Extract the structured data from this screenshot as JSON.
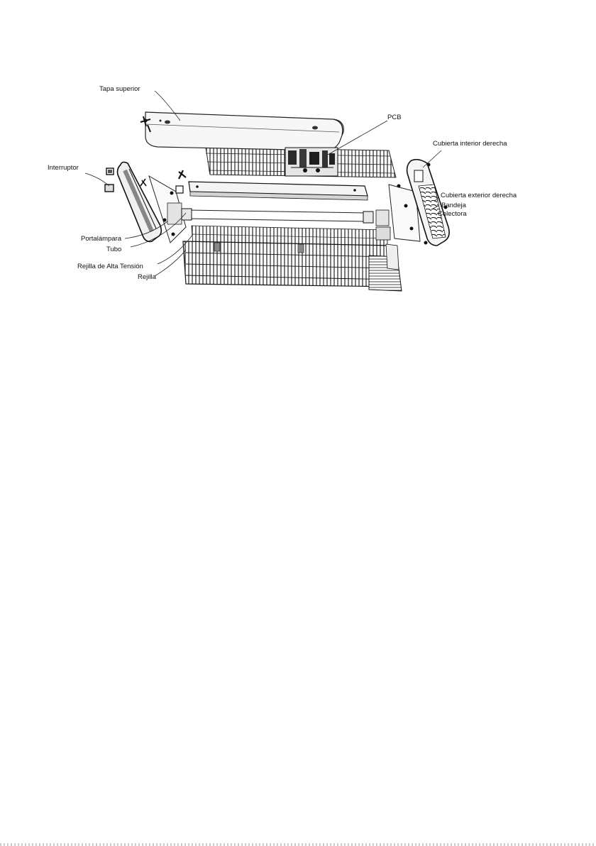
{
  "labels": {
    "tapa_superior": "Tapa superior",
    "pcb": "PCB",
    "cubierta_interior_derecha": "Cubierta interior derecha",
    "interruptor": "Interruptor",
    "cubierta_exterior_derecha": "Cubierta exterior derecha",
    "bandeja": "Bandeja",
    "colectora": "Colectora",
    "portalampara": "Portalámpara",
    "tubo": "Tubo",
    "rejilla_alta_tension": "Rejilla de Alta Tensión",
    "rejilla": "Rejilla"
  },
  "colors": {
    "line": "#1a1a1a",
    "fill_light": "#f2f2f2",
    "fill_mid": "#d9d9d9",
    "fill_dark": "#3a3a3a"
  }
}
